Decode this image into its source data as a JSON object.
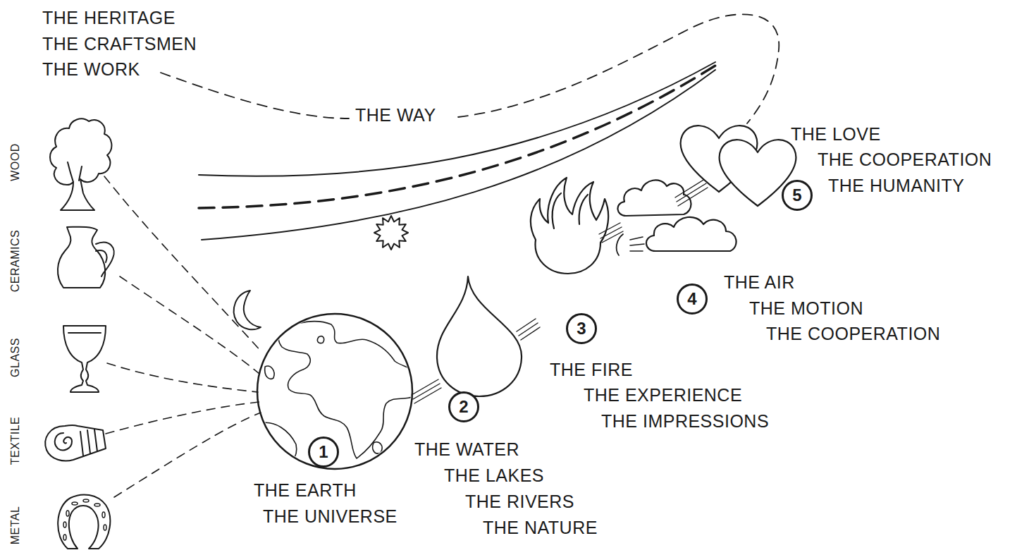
{
  "diagram": {
    "nodes": [
      {
        "text": [
          "1"
        ]
      },
      {
        "text": [
          "2"
        ]
      },
      {
        "text": [
          "3"
        ]
      },
      {
        "text": [
          "4"
        ]
      },
      {
        "text": [
          "5"
        ]
      }
    ],
    "labels": [
      "THE HERITAGE",
      "THE CRAFTSMEN",
      "THE WORK",
      "THE WAY",
      "WOOD",
      "CERAMICS",
      "GLASS",
      "TEXTILE",
      "METAL",
      "THE EARTH",
      "THE UNIVERSE",
      "THE WATER",
      "THE LAKES",
      "THE RIVERS",
      "THE NATURE",
      "THE FIRE",
      "THE EXPERIENCE",
      "THE IMPRESSIONS",
      "THE AIR",
      "THE MOTION",
      "THE COOPERATION",
      "THE LOVE",
      "THE COOPERATION",
      "THE HUMANITY"
    ]
  }
}
